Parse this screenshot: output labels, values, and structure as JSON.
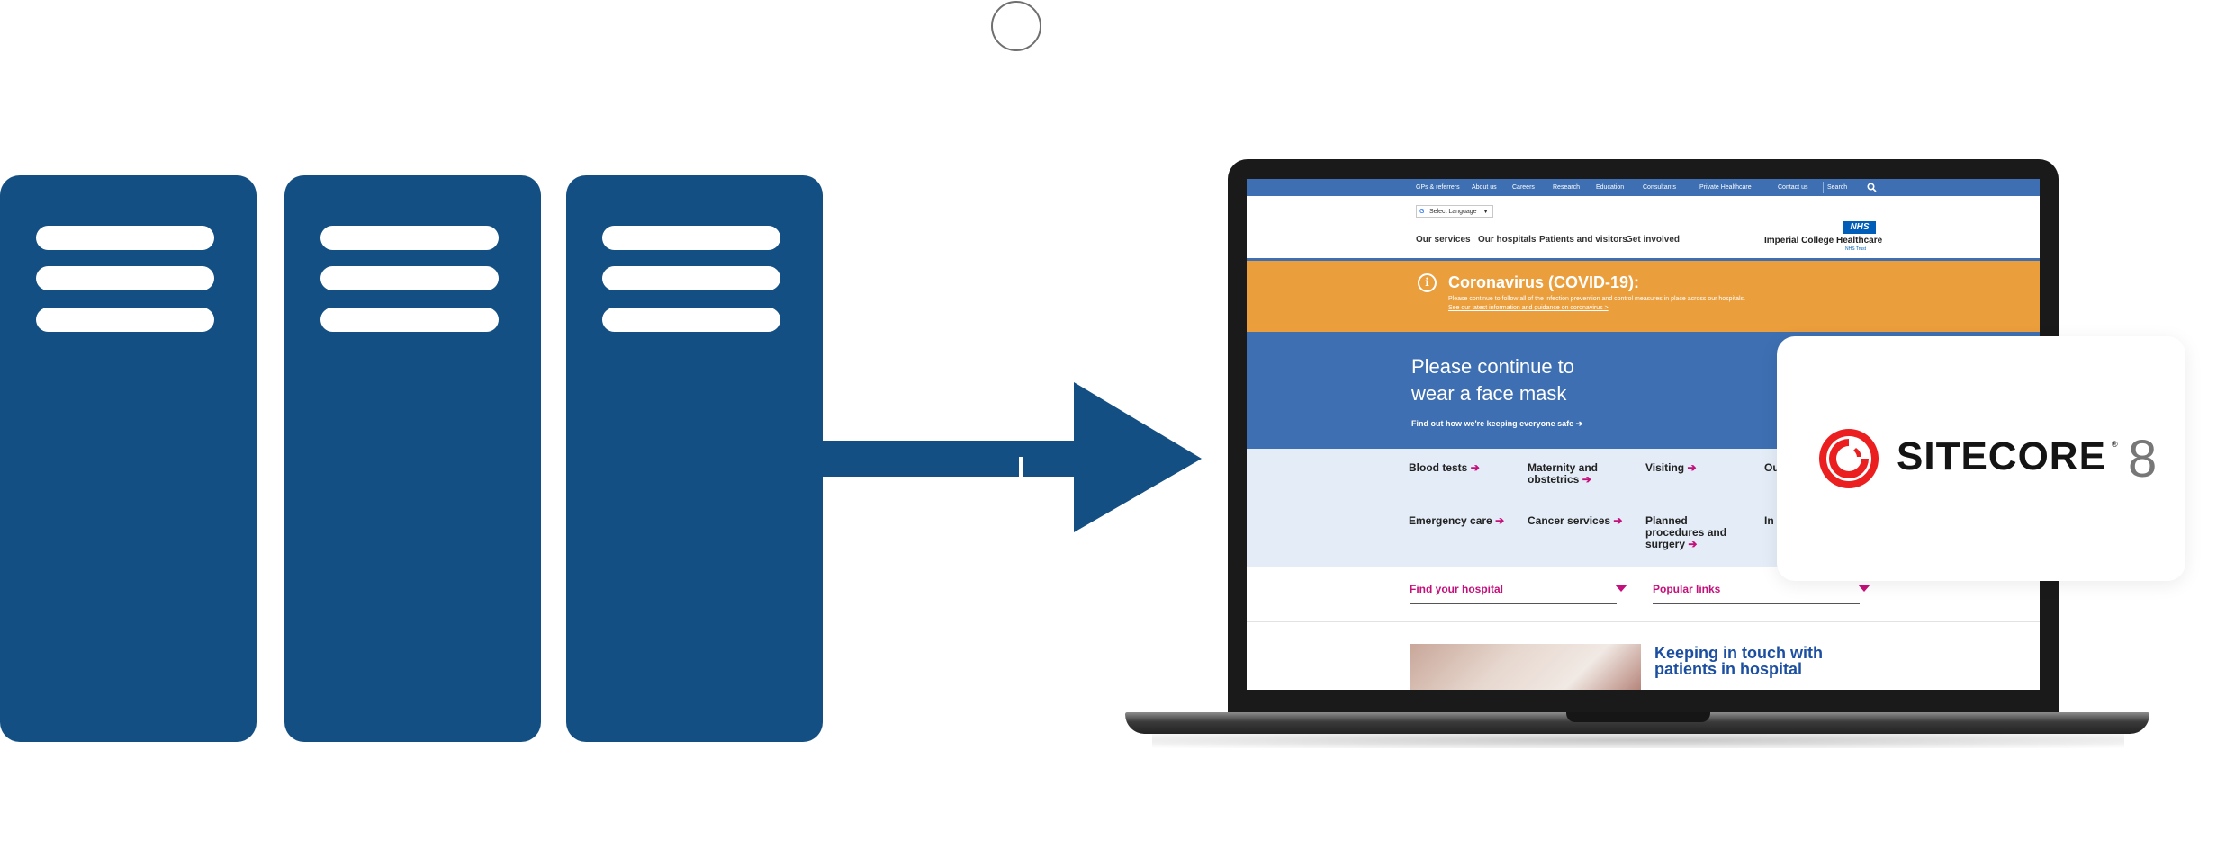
{
  "website": {
    "top_links": [
      "GPs & referrers",
      "About us",
      "Careers",
      "Research",
      "Education",
      "Consultants",
      "Private Healthcare",
      "Contact us"
    ],
    "search_label": "Search",
    "language_select": "Select Language",
    "nav": [
      "Our services",
      "Our hospitals",
      "Patients and visitors",
      "Get involved"
    ],
    "logo_badge": "NHS",
    "org_name": "Imperial College Healthcare",
    "org_sub": "NHS Trust",
    "covid": {
      "title": "Coronavirus (COVID-19):",
      "line1": "Please continue to follow all of the infection prevention and control measures in place across our hospitals.",
      "line2": "See our latest information and guidance on coronavirus >"
    },
    "hero": {
      "title": "Please continue to wear a face mask",
      "link": "Find out how we're keeping everyone safe ➔"
    },
    "quick_links": [
      "Blood tests",
      "Maternity and obstetrics",
      "Visiting",
      "Ou",
      "Emergency care",
      "Cancer services",
      "Planned procedures and surgery",
      "In"
    ],
    "dropdowns": [
      "Find your hospital",
      "Popular links"
    ],
    "news_title": "Keeping in touch with patients in hospital"
  },
  "sitecore": {
    "wordmark": "SITECORE",
    "registered": "®",
    "version": "8",
    "logo_color": "#eb1f1f"
  },
  "colors": {
    "server_blue": "#134f83",
    "site_blue": "#3d6fb2",
    "covid_orange": "#eb9e3c",
    "accent_pink": "#c4107b"
  }
}
